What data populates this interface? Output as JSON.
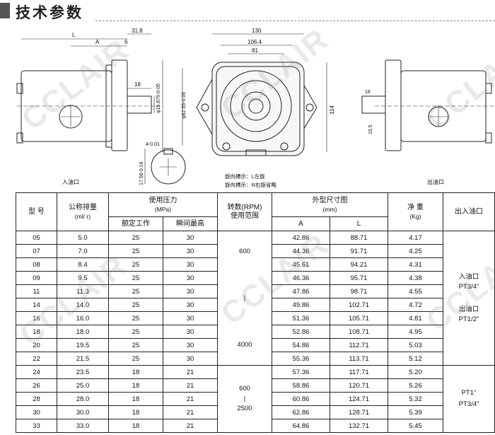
{
  "header": {
    "title": "技术参数"
  },
  "watermark": "CCLAIR",
  "drawing": {
    "dims": {
      "L": "L",
      "A": "A",
      "d31_8": "31.8",
      "d6": "6",
      "d18": "18",
      "shaft_dia": "φ15.875-0.05",
      "pilot_dia": "φ82.55-0.05",
      "d130": "130",
      "d106_4": "106.4",
      "d81": "81",
      "d114": "114",
      "key_w": "4-0.01",
      "key_h": "17.56-0.18",
      "d15_5": "15.5",
      "d18b": "18"
    },
    "labels": {
      "inlet": "入油口",
      "outlet": "出油口",
      "rotation_l": "旋向標示：L左旋",
      "rotation_r": "旋向標示：R右旋省略"
    }
  },
  "table": {
    "headers": {
      "model": "型 号",
      "displacement": "公称排量",
      "displacement_unit": "(ml/ r)",
      "pressure": "使用压力",
      "pressure_unit": "(MPa)",
      "rated": "额定工作",
      "peak": "瞬间最高",
      "speed": "转数(RPM)",
      "speed_sub": "使用范围",
      "dims": "外型尺寸图",
      "dims_unit": "(mm)",
      "A": "A",
      "L": "L",
      "weight": "净 重",
      "weight_unit": "(Kg)",
      "ports": "出入油口"
    },
    "rows": [
      {
        "model": "05",
        "disp": "5.0",
        "rated": "25",
        "peak": "30",
        "A": "42.86",
        "L": "88.71",
        "kg": "4.17"
      },
      {
        "model": "07",
        "disp": "7.0",
        "rated": "25",
        "peak": "30",
        "A": "44.36",
        "L": "91.71",
        "kg": "4.25"
      },
      {
        "model": "08",
        "disp": "8.4",
        "rated": "25",
        "peak": "30",
        "A": "45.61",
        "L": "94.21",
        "kg": "4.31"
      },
      {
        "model": "09",
        "disp": "9.5",
        "rated": "25",
        "peak": "30",
        "A": "46.36",
        "L": "95.71",
        "kg": "4.38"
      },
      {
        "model": "11",
        "disp": "11.3",
        "rated": "25",
        "peak": "30",
        "A": "47.86",
        "L": "98.71",
        "kg": "4.55"
      },
      {
        "model": "14",
        "disp": "14.0",
        "rated": "25",
        "peak": "30",
        "A": "49.86",
        "L": "102.71",
        "kg": "4.72"
      },
      {
        "model": "16",
        "disp": "16.0",
        "rated": "25",
        "peak": "30",
        "A": "51.36",
        "L": "105.71",
        "kg": "4.81"
      },
      {
        "model": "18",
        "disp": "18.0",
        "rated": "25",
        "peak": "30",
        "A": "52.86",
        "L": "108.71",
        "kg": "4.95"
      },
      {
        "model": "20",
        "disp": "19.5",
        "rated": "25",
        "peak": "30",
        "A": "54.86",
        "L": "112.71",
        "kg": "5.03"
      },
      {
        "model": "22",
        "disp": "21.5",
        "rated": "25",
        "peak": "30",
        "A": "55.36",
        "L": "113.71",
        "kg": "5.12"
      },
      {
        "model": "24",
        "disp": "23.5",
        "rated": "18",
        "peak": "21",
        "A": "57.36",
        "L": "117.71",
        "kg": "5.20"
      },
      {
        "model": "26",
        "disp": "25.0",
        "rated": "18",
        "peak": "21",
        "A": "58.86",
        "L": "120.71",
        "kg": "5.26"
      },
      {
        "model": "28",
        "disp": "28.0",
        "rated": "18",
        "peak": "21",
        "A": "60.86",
        "L": "124.71",
        "kg": "5.32"
      },
      {
        "model": "30",
        "disp": "30.0",
        "rated": "18",
        "peak": "21",
        "A": "62.86",
        "L": "128.71",
        "kg": "5.39"
      },
      {
        "model": "33",
        "disp": "33.0",
        "rated": "18",
        "peak": "21",
        "A": "64.86",
        "L": "132.71",
        "kg": "5.45"
      }
    ],
    "speed_group1": {
      "top": "600",
      "mid": "|",
      "bottom": "4000"
    },
    "speed_group2": {
      "top": "600",
      "mid": "|",
      "bottom": "2500"
    },
    "ports_group1": {
      "in_label": "入油口",
      "in_size": "PT3/4\"",
      "out_label": "出油口",
      "out_size": "PT1/2\""
    },
    "ports_group2": {
      "line1": "PT1\"",
      "line2": "PT3/4\""
    }
  }
}
